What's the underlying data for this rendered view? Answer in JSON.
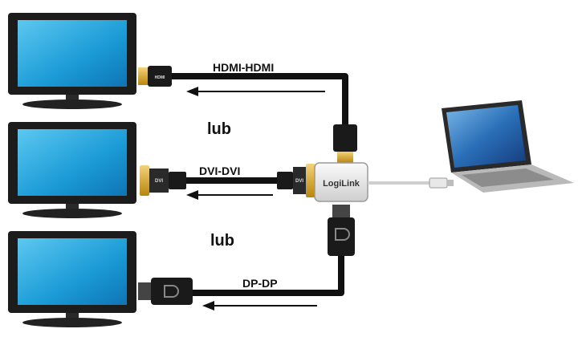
{
  "labels": {
    "hdmi": "HDMI-HDMI",
    "dvi": "DVI-DVI",
    "dp": "DP-DP",
    "or_1": "lub",
    "or_2": "lub"
  },
  "adapter": {
    "brand": "LogiLink"
  },
  "connector_marks": {
    "hdmi_plug": "HDMI",
    "dvi_plug": "DVI"
  },
  "icons": {
    "monitor": "monitor-icon",
    "laptop": "laptop-icon",
    "arrow": "arrow-left-icon"
  },
  "colors": {
    "cable": "#111111",
    "screen": "#1aa0d8",
    "gold": "#d4a017",
    "adapter_body": "#e6e6e6"
  }
}
